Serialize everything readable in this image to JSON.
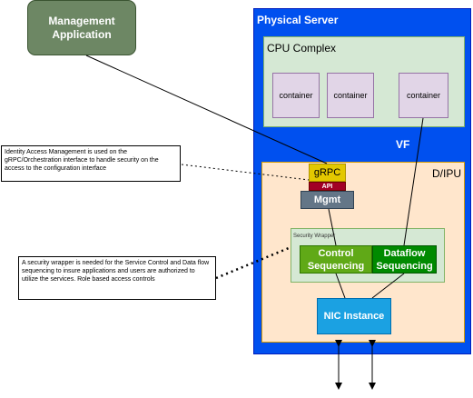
{
  "management_app": {
    "label": "Management\nApplication"
  },
  "server": {
    "title": "Physical Server",
    "vf_label": "VF",
    "cpu_complex": {
      "title": "CPU Complex",
      "containers": [
        "container",
        "container",
        "container"
      ]
    },
    "dipu": {
      "title": "D/IPU",
      "grpc_label": "gRPC",
      "api_label": "API",
      "mgmt_label": "Mgmt",
      "security_wrapper": {
        "title": "Security Wrapper",
        "control_label": "Control\nSequencing",
        "dataflow_label": "Dataflow\nSequencing"
      }
    },
    "nic_label": "NIC Instance"
  },
  "notes": {
    "iam": "Identity Access Management is used on the gRPC/Orchestration interface to handle security on the access to the configuration interface",
    "security": "A security wrapper is needed for the Service Control and Data flow sequencing to insure applications and users are authorized to utilize the services.  Role based access controls"
  },
  "colors": {
    "server_blue": "#0050ef",
    "cpu_green": "#d5e8d4",
    "container_purple": "#e1d5e7",
    "dipu_peach": "#ffe6cc",
    "grpc_yellow": "#e3c800",
    "api_red": "#a20025",
    "mgmt_gray": "#647687",
    "control_green": "#60a917",
    "dataflow_green": "#008a00",
    "nic_blue": "#1ba1e2",
    "app_green": "#6d8764"
  }
}
